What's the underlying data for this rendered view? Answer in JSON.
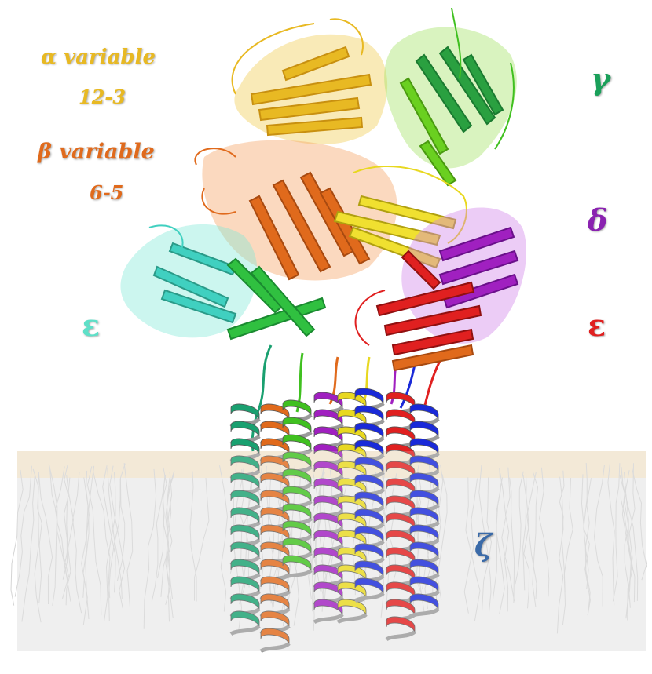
{
  "labels": {
    "alpha_line1": "α variable",
    "alpha_line2": "12-3",
    "beta_line1": "β  variable",
    "beta_line2": "6-5",
    "gamma": "γ",
    "delta": "δ",
    "epsilon_left": "ε",
    "epsilon_right": "ε",
    "zeta": "ζ"
  },
  "colors": {
    "alpha": "#e8b923",
    "beta": "#e06a1c",
    "gamma": "#1aa05a",
    "delta": "#8a22b0",
    "epsilon_left": "#5ee0c8",
    "epsilon_right": "#e02020",
    "zeta": "#3a6aa8",
    "membrane": "#e6e6e6",
    "lipid_head": "#f0d8b0",
    "helix_red": "#e02020",
    "helix_blue": "#1a2ad8",
    "helix_yellow": "#e8d820",
    "helix_purple": "#a020c0",
    "helix_orange": "#e06a1c",
    "helix_green": "#1aa070",
    "helix_lime": "#40c020"
  }
}
